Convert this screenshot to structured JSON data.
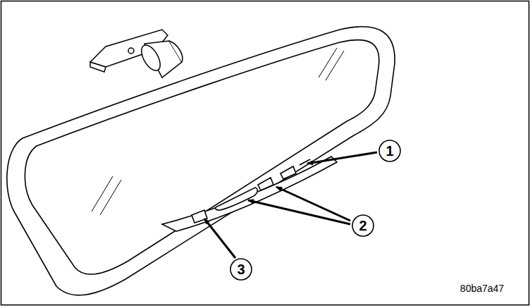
{
  "diagram": {
    "labels": [
      "1",
      "2",
      "3",
      "80ba7a47"
    ]
  }
}
